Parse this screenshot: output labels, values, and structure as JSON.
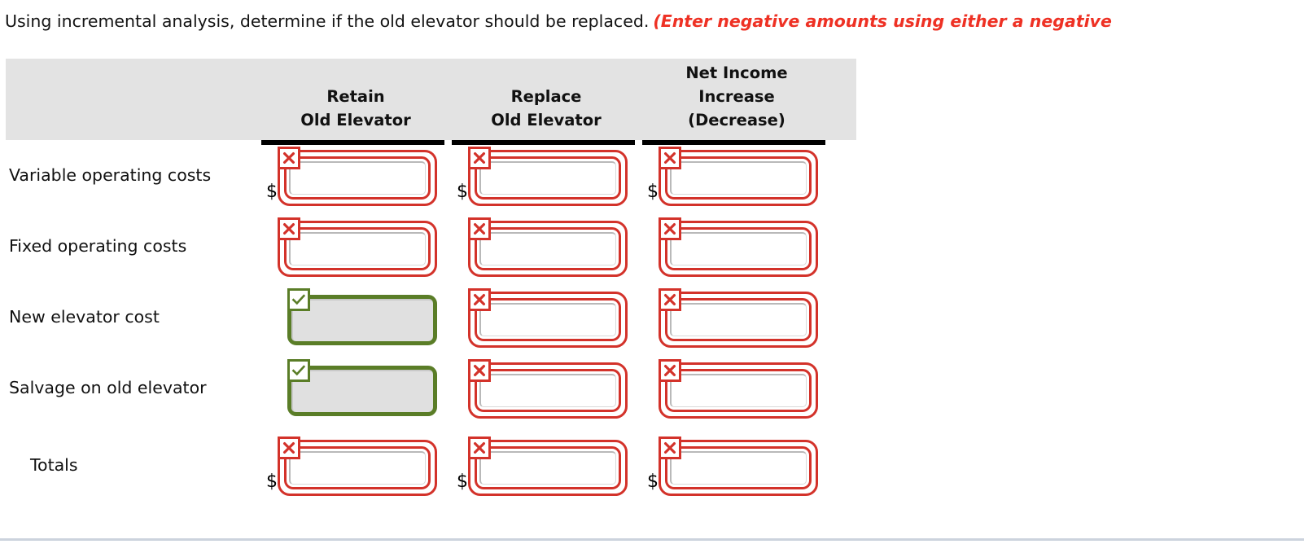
{
  "question": {
    "plain_text": "Using incremental analysis, determine if the old elevator should be replaced.",
    "alert_text": "(Enter negative amounts using either a negative",
    "alert_color": "#ee3124"
  },
  "table": {
    "header_background": "#e3e3e3",
    "columns": [
      {
        "id": "retain",
        "lines": [
          "Retain",
          "Old Elevator"
        ]
      },
      {
        "id": "replace",
        "lines": [
          "Replace",
          "Old Elevator"
        ]
      },
      {
        "id": "net",
        "lines": [
          "Net Income",
          "Increase",
          "(Decrease)"
        ]
      }
    ],
    "rows": [
      {
        "label": "Variable operating costs",
        "indent": false,
        "show_dollar": true,
        "cells": [
          {
            "status": "incorrect",
            "value": "",
            "icon": "cross-icon"
          },
          {
            "status": "incorrect",
            "value": "",
            "icon": "cross-icon"
          },
          {
            "status": "incorrect",
            "value": "",
            "icon": "cross-icon"
          }
        ]
      },
      {
        "label": "Fixed operating costs",
        "indent": false,
        "show_dollar": false,
        "cells": [
          {
            "status": "incorrect",
            "value": "",
            "icon": "cross-icon"
          },
          {
            "status": "incorrect",
            "value": "",
            "icon": "cross-icon"
          },
          {
            "status": "incorrect",
            "value": "",
            "icon": "cross-icon"
          }
        ]
      },
      {
        "label": "New elevator cost",
        "indent": false,
        "show_dollar": false,
        "cells": [
          {
            "status": "correct",
            "value": "",
            "icon": "check-icon"
          },
          {
            "status": "incorrect",
            "value": "",
            "icon": "cross-icon"
          },
          {
            "status": "incorrect",
            "value": "",
            "icon": "cross-icon"
          }
        ]
      },
      {
        "label": "Salvage on old elevator",
        "indent": false,
        "show_dollar": false,
        "cells": [
          {
            "status": "correct",
            "value": "",
            "icon": "check-icon"
          },
          {
            "status": "incorrect",
            "value": "",
            "icon": "cross-icon"
          },
          {
            "status": "incorrect",
            "value": "",
            "icon": "cross-icon"
          }
        ]
      },
      {
        "label": "Totals",
        "indent": true,
        "show_dollar": true,
        "rule_above": true,
        "rule_below": "double",
        "cells": [
          {
            "status": "incorrect",
            "value": "",
            "icon": "cross-icon"
          },
          {
            "status": "incorrect",
            "value": "",
            "icon": "cross-icon"
          },
          {
            "status": "incorrect",
            "value": "",
            "icon": "cross-icon"
          }
        ]
      }
    ],
    "currency_symbol": "$"
  },
  "colors": {
    "error_red": "#d3322a",
    "correct_green": "#5a7d27",
    "disabled_fill": "#e0e0e0",
    "divider": "#ccd3dd"
  }
}
